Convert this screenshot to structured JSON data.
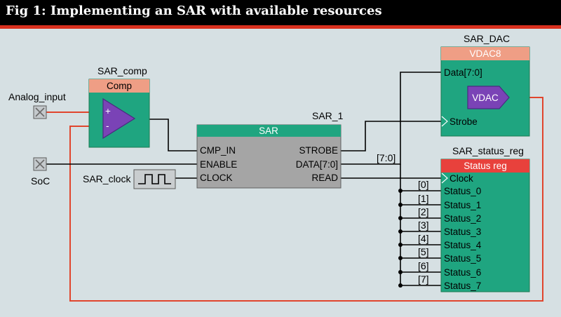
{
  "title": "Fig 1: Implementing an SAR with available resources",
  "components": {
    "analog_input": {
      "label": "Analog_input"
    },
    "soc": {
      "label": "SoC"
    },
    "sar_comp": {
      "instance": "SAR_comp",
      "type": "Comp",
      "plus": "+",
      "minus": "-"
    },
    "sar_clock": {
      "label": "SAR_clock"
    },
    "sar_1": {
      "instance": "SAR_1",
      "type": "SAR",
      "inputs": [
        "CMP_IN",
        "ENABLE",
        "CLOCK"
      ],
      "outputs": [
        "STROBE",
        "DATA[7:0]",
        "READ"
      ]
    },
    "sar_dac": {
      "instance": "SAR_DAC",
      "type": "VDAC8",
      "data_port": "Data[7:0]",
      "strobe_port": "Strobe",
      "inner": "VDAC"
    },
    "sar_status_reg": {
      "instance": "SAR_status_reg",
      "type": "Status reg",
      "clock_port": "Clock",
      "ports": [
        "Status_0",
        "Status_1",
        "Status_2",
        "Status_3",
        "Status_4",
        "Status_5",
        "Status_6",
        "Status_7"
      ]
    }
  },
  "bus_label": "[7:0]",
  "bit_labels": [
    "[0]",
    "[1]",
    "[2]",
    "[3]",
    "[4]",
    "[5]",
    "[6]",
    "[7]"
  ],
  "colors": {
    "canvas": "#d6e0e3",
    "block_green": "#1fa580",
    "block_gray": "#a5a5a5",
    "header_salmon": "#ef9e85",
    "header_red": "#e8413c",
    "header_darkgreen": "#1c7a52",
    "triangle_purple": "#7a43b6",
    "wire": "#000000",
    "feedback_wire": "#e0452d",
    "title_stripe": "#d9301e"
  }
}
